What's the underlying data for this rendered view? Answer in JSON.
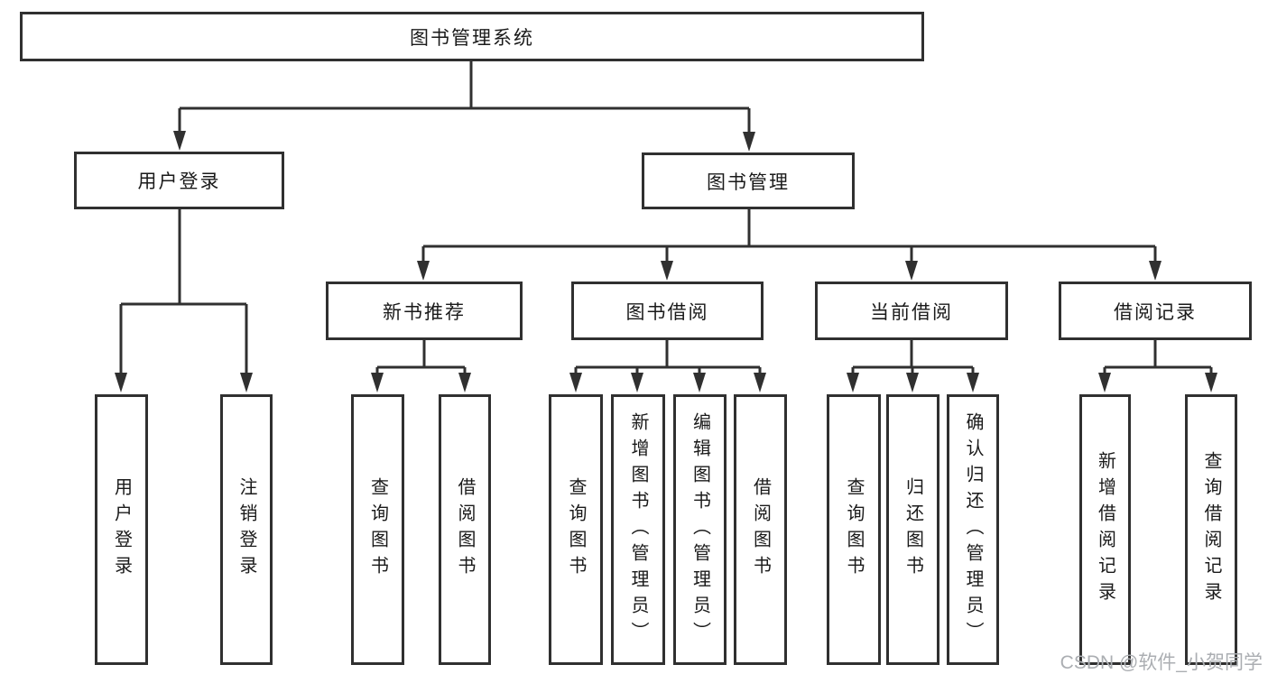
{
  "diagram": {
    "type": "tree-structure-chart",
    "tree": {
      "label": "图书管理系统",
      "children": [
        {
          "label": "用户登录",
          "children": [
            {
              "label": "用户登录"
            },
            {
              "label": "注销登录"
            }
          ]
        },
        {
          "label": "图书管理",
          "children": [
            {
              "label": "新书推荐",
              "children": [
                {
                  "label": "查询图书"
                },
                {
                  "label": "借阅图书"
                }
              ]
            },
            {
              "label": "图书借阅",
              "children": [
                {
                  "label": "查询图书"
                },
                {
                  "label": "新增图书（管理员）"
                },
                {
                  "label": "编辑图书（管理员）"
                },
                {
                  "label": "借阅图书"
                }
              ]
            },
            {
              "label": "当前借阅",
              "children": [
                {
                  "label": "查询图书"
                },
                {
                  "label": "归还图书"
                },
                {
                  "label": "确认归还（管理员）"
                }
              ]
            },
            {
              "label": "借阅记录",
              "children": [
                {
                  "label": "新增借阅记录"
                },
                {
                  "label": "查询借阅记录"
                }
              ]
            }
          ]
        }
      ]
    },
    "colors": {
      "line": "#303030",
      "text": "#1a1a1a",
      "background": "#ffffff",
      "watermark_text_color": "#abaeb2"
    }
  },
  "watermark": {
    "text": "CSDN @软件_小贺同学"
  }
}
